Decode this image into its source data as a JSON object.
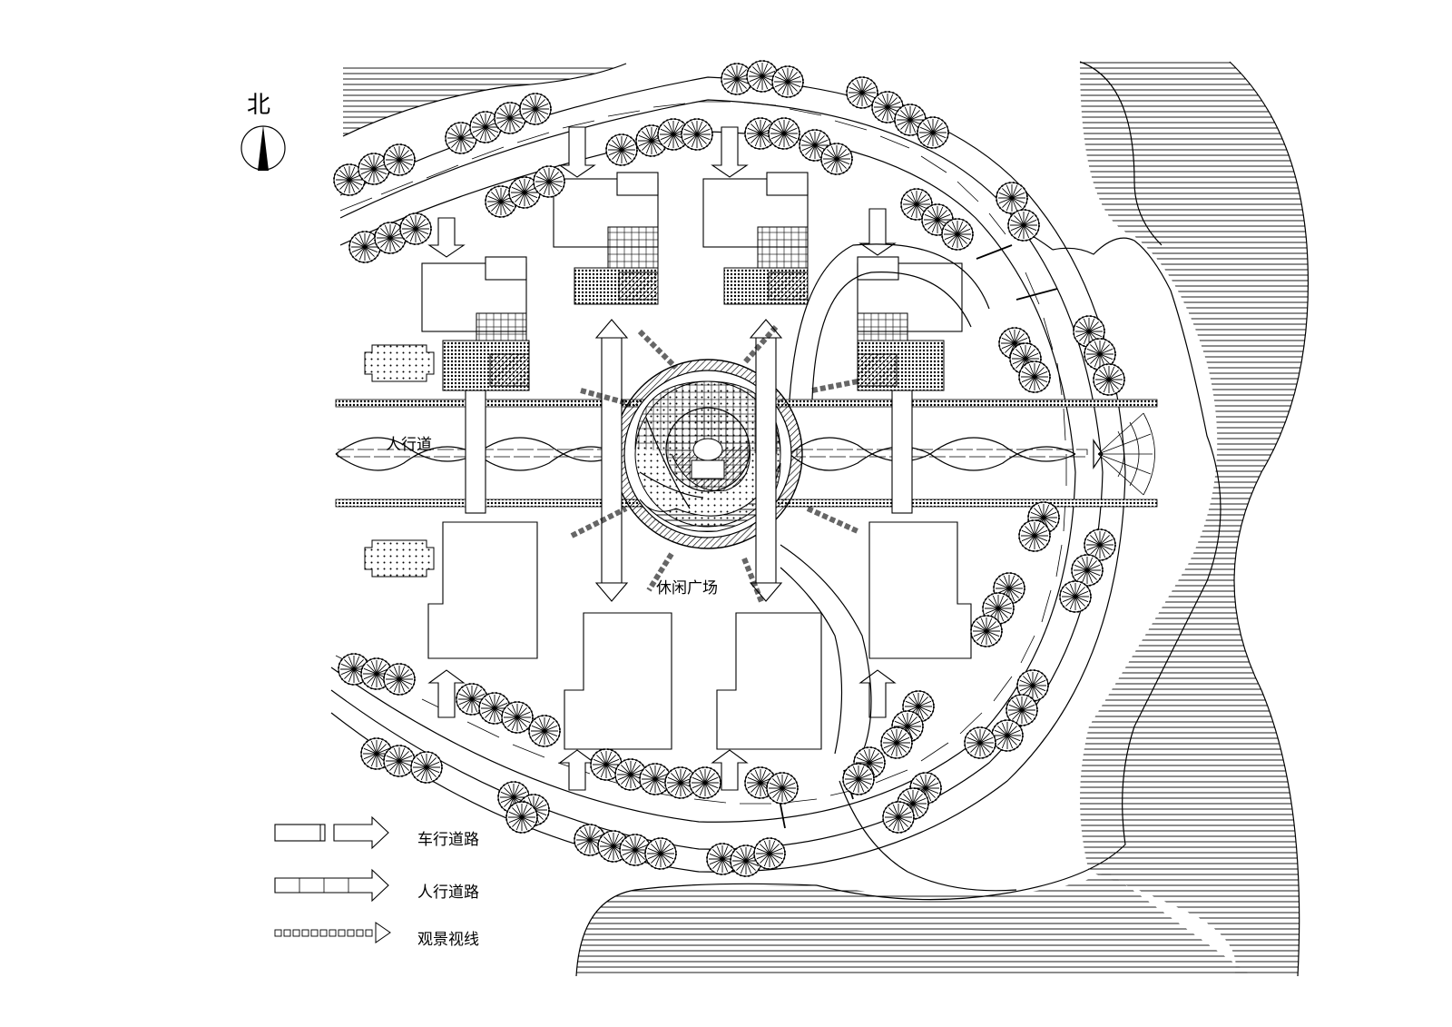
{
  "north_label": "北",
  "labels": {
    "sidewalk": "人行道",
    "plaza": "休闲广场"
  },
  "legend": [
    {
      "key": "vehicle",
      "text": "车行道路"
    },
    {
      "key": "pedestrian",
      "text": "人行道路"
    },
    {
      "key": "view",
      "text": "观景视线"
    }
  ],
  "colors": {
    "ink": "#000000",
    "paper": "#ffffff"
  }
}
